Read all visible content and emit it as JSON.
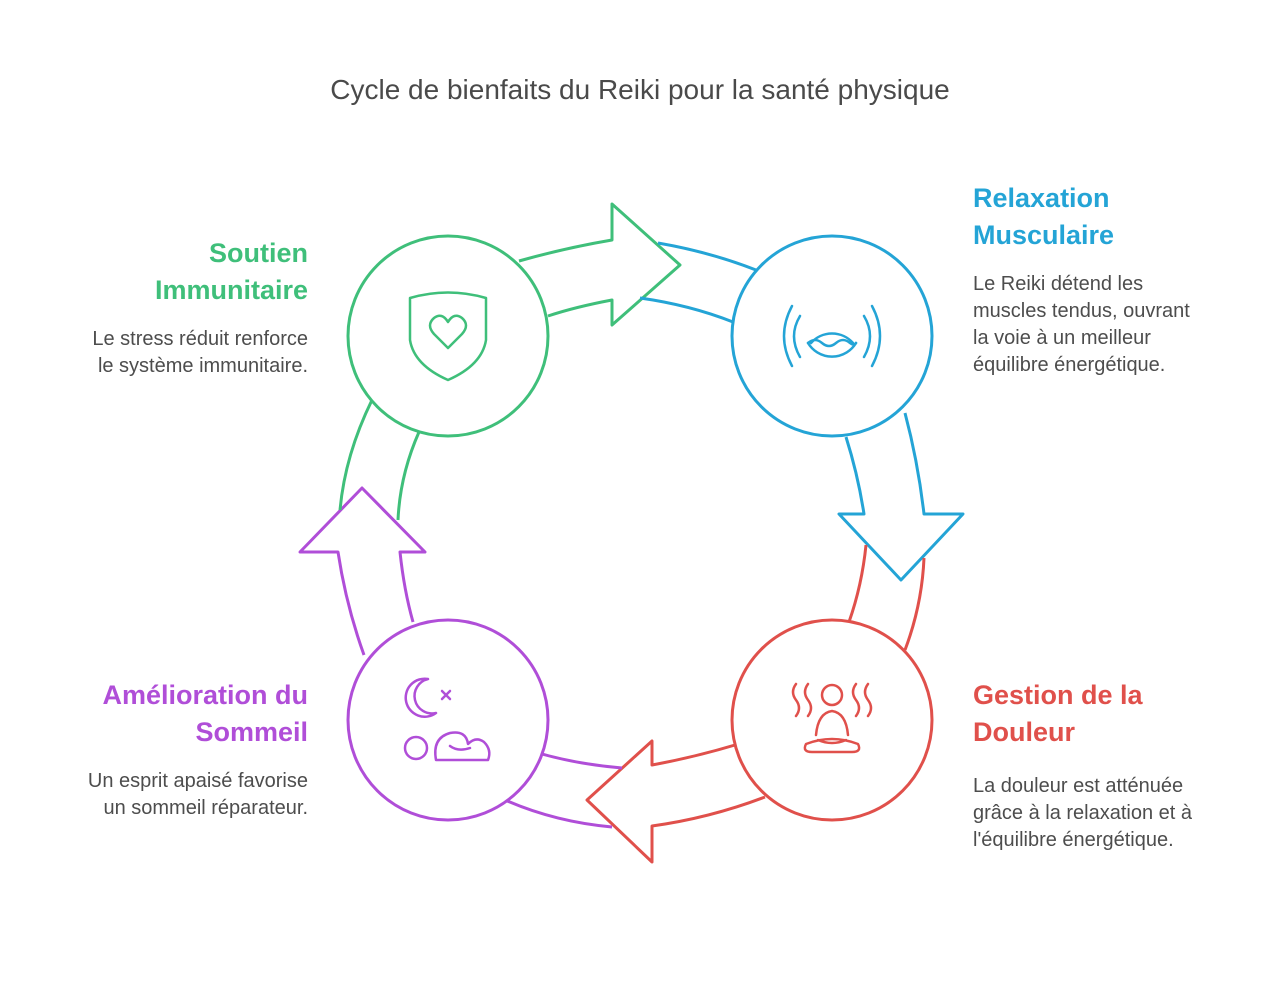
{
  "title": "Cycle de bienfaits du Reiki pour la santé physique",
  "colors": {
    "green": "#3fbf7a",
    "blue": "#24a4d6",
    "red": "#e0504b",
    "purple": "#b04ed8"
  },
  "stages": [
    {
      "heading": [
        "Soutien",
        "Immunitaire"
      ],
      "description": [
        "Le stress réduit renforce",
        "le système immunitaire."
      ],
      "icon": "shield-heart-icon"
    },
    {
      "heading": [
        "Relaxation",
        "Musculaire"
      ],
      "description": [
        "Le Reiki détend les",
        "muscles tendus, ouvrant",
        "la voie à un meilleur",
        "équilibre énergétique."
      ],
      "icon": "water-waves-icon"
    },
    {
      "heading": [
        "Gestion de la",
        "Douleur"
      ],
      "description": [
        "La douleur est atténuée",
        "grâce à la relaxation et à",
        "l'équilibre énergétique."
      ],
      "icon": "meditation-heat-icon"
    },
    {
      "heading": [
        "Amélioration du",
        "Sommeil"
      ],
      "description": [
        "Un esprit apaisé favorise",
        "un sommeil réparateur."
      ],
      "icon": "sleep-moon-icon"
    }
  ]
}
